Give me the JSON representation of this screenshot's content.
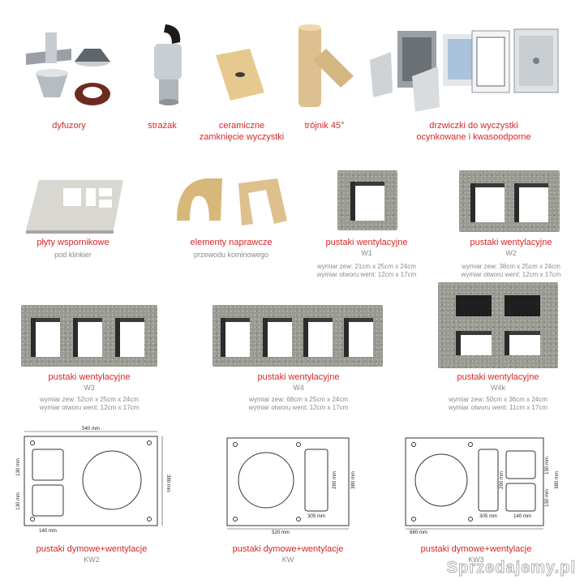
{
  "row1": [
    {
      "caption": "dyfuzory",
      "icon": "diffuser-icon"
    },
    {
      "caption": "strażak",
      "icon": "chimney-cap-icon"
    },
    {
      "caption": "ceramiczne\nzamknięcie wyczystki",
      "icon": "ceramic-plate-icon"
    },
    {
      "caption": "trójnik 45°",
      "icon": "tee-pipe-icon"
    },
    {
      "caption": "drzwiczki do wyczystki\nocynkowane i kwasoodporne",
      "icon": "cleanout-door-icon"
    }
  ],
  "row2": [
    {
      "caption": "płyty wspornikowe",
      "sub": "pod klinkier"
    },
    {
      "caption": "elementy naprawcze",
      "sub": "przewodu kominowego"
    },
    {
      "caption": "pustaki wentylacyjne",
      "sub": "W1",
      "dims": [
        "wymiar zew: 21cm x 25cm x 24cm",
        "wymiar otworu went: 12cm x 17cm"
      ]
    },
    {
      "caption": "pustaki wentylacyjne",
      "sub": "W2",
      "dims": [
        "wymiar zew: 38cm x 25cm x 24cm",
        "wymiar otworu went: 12cm x 17cm"
      ]
    }
  ],
  "row3": [
    {
      "caption": "pustaki wentylacyjne",
      "sub": "W3",
      "dims": [
        "wymiar zew: 52cm x 25cm x 24cm",
        "wymiar otworu went: 12cm x 17cm"
      ]
    },
    {
      "caption": "pustaki wentylacyjne",
      "sub": "W4",
      "dims": [
        "wymiar zew: 68cm x 25cm x 24cm",
        "wymiar otworu went: 12cm x 17cm"
      ]
    },
    {
      "caption": "pustaki wentylacyjne",
      "sub": "W4k",
      "dims": [
        "wymiar zew: 50cm x 36cm x 24cm",
        "wymiar otworu went: 11cm x 17cm"
      ]
    }
  ],
  "row4": [
    {
      "caption": "pustaki dymowe+wentylacje",
      "sub": "KW2",
      "labels": {
        "width": "540 mm",
        "height": "380 mm",
        "h1": "130 mm",
        "h2": "130 mm",
        "w": "140 mm"
      }
    },
    {
      "caption": "pustaki dymowe+wentylacje",
      "sub": "KW",
      "labels": {
        "width": "520 mm",
        "height": "380 mm",
        "inner": "290 mm",
        "w": "305 mm"
      }
    },
    {
      "caption": "pustaki dymowe+wentylacje",
      "sub": "KW3",
      "labels": {
        "width": "680 mm",
        "height": "380 mm",
        "inner": "290 mm",
        "h1": "130 mm",
        "h2": "130 mm",
        "w1": "305 mm",
        "w2": "140 mm"
      }
    }
  ],
  "watermark": "Sprzedajemy.pl"
}
